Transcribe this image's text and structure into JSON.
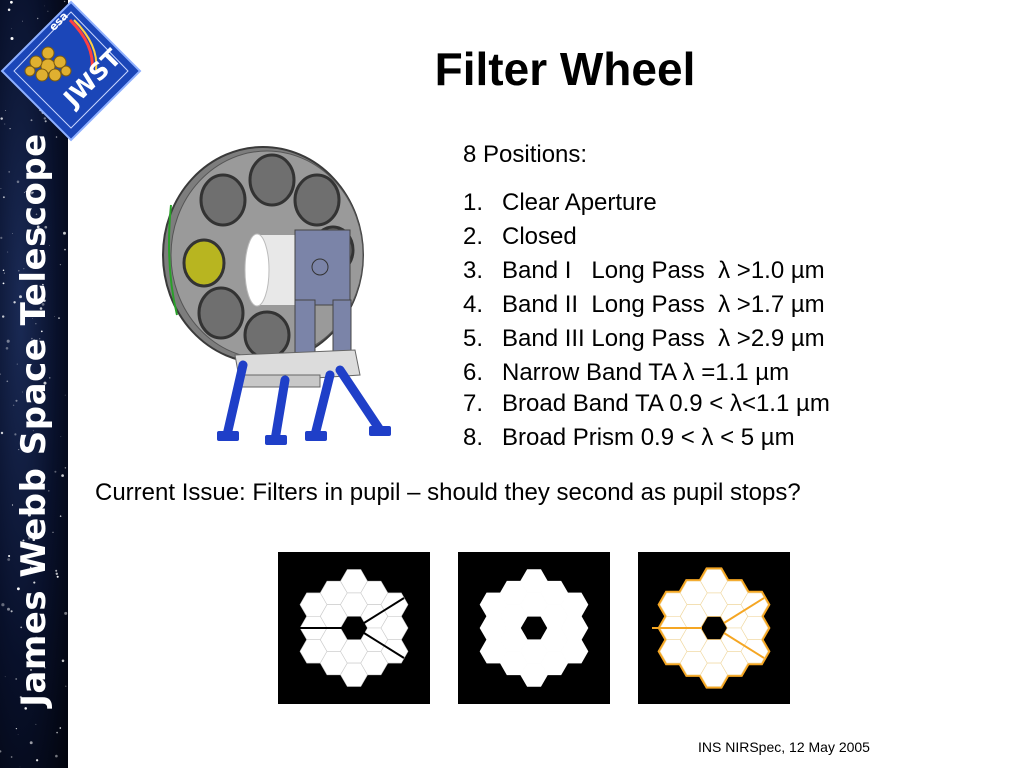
{
  "slide": {
    "title": "Filter Wheel",
    "sidebar_title": "James Webb Space Telescope",
    "logo": {
      "text": "JWST",
      "agency": "esa"
    },
    "positions_heading": "8 Positions:",
    "positions": [
      {
        "num": "1.",
        "text": "Clear Aperture"
      },
      {
        "num": "2.",
        "text": "Closed"
      },
      {
        "num": "3.",
        "text": "Band I   Long Pass  λ >1.0 µm"
      },
      {
        "num": "4.",
        "text": "Band II  Long Pass  λ >1.7 µm"
      },
      {
        "num": "5.",
        "text": "Band III Long Pass  λ >2.9 µm"
      },
      {
        "num": "6.",
        "text": "Narrow Band TA λ =1.1 µm"
      },
      {
        "num": "7.",
        "text": "Broad Band TA 0.9 < λ<1.1 µm"
      },
      {
        "num": "8.",
        "text": "Broad Prism 0.9 < λ < 5 µm"
      }
    ],
    "current_issue": "Current Issue: Filters in pupil – should they second as pupil stops?",
    "footer": "INS NIRSpec, 12 May 2005"
  },
  "colors": {
    "sidebar_bg": "#08102a",
    "pupil_bg": "#000000",
    "pupil_fill": "#ffffff",
    "pupil_outline": "#f5a623",
    "filter_gold": "#b8b520",
    "legs_blue": "#1f3fc8"
  }
}
